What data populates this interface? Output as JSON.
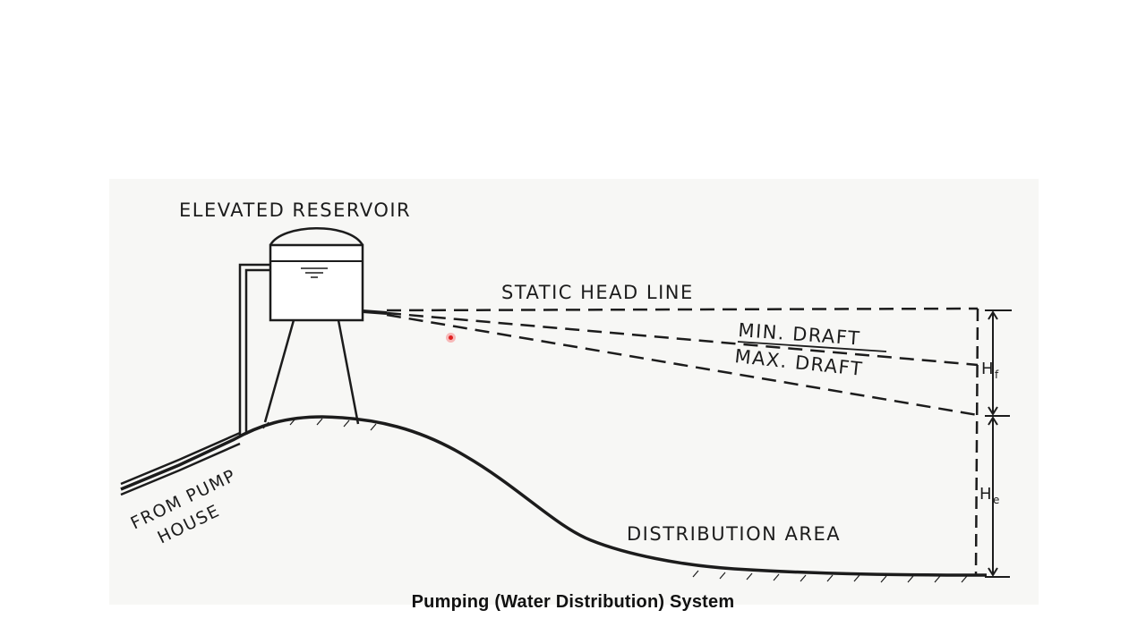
{
  "diagram": {
    "labels": {
      "reservoir": "ELEVATED RESERVOIR",
      "static_head": "STATIC HEAD LINE",
      "min_draft": "MIN. DRAFT",
      "max_draft": "MAX. DRAFT",
      "pump_line1": "FROM PUMP",
      "pump_line2": "HOUSE",
      "distribution": "DISTRIBUTION AREA",
      "hf_label": "H",
      "hf_sub": "f",
      "he_label": "H",
      "he_sub": "e"
    },
    "caption": "Pumping (Water Distribution) System"
  },
  "colors": {
    "ink": "#1c1c1c",
    "paper": "#f7f7f5",
    "pointer": "#e02020"
  }
}
